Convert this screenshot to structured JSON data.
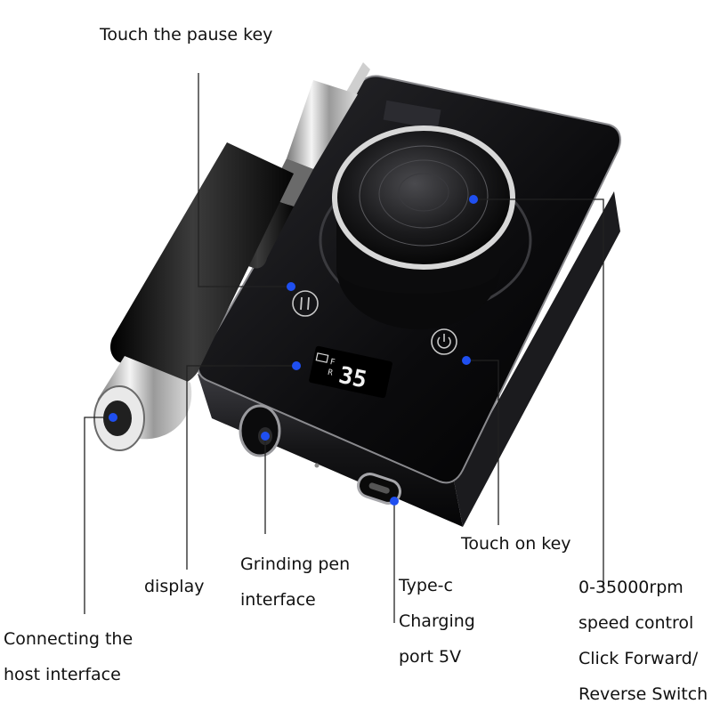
{
  "labels": {
    "pause_key": "Touch the pause key",
    "touch_on_key": "Touch on key",
    "display": "display",
    "grinding_pen": [
      "Grinding pen",
      "interface"
    ],
    "type_c": [
      "Type-c",
      "Charging",
      "port 5V"
    ],
    "speed_control": [
      "0-35000rpm",
      "speed control",
      "Click Forward/",
      "Reverse Switch"
    ],
    "host_interface": [
      "Connecting the",
      "host interface"
    ]
  },
  "device": {
    "display_digits": "35",
    "display_f": "F",
    "display_r": "R"
  },
  "colors": {
    "pointer_dot": "#1f4ff0",
    "leader_line": "#222222",
    "device_body": "#0d0d0f"
  },
  "icons": [
    "pause-icon",
    "power-icon",
    "speed-knob",
    "handpiece-pen"
  ]
}
